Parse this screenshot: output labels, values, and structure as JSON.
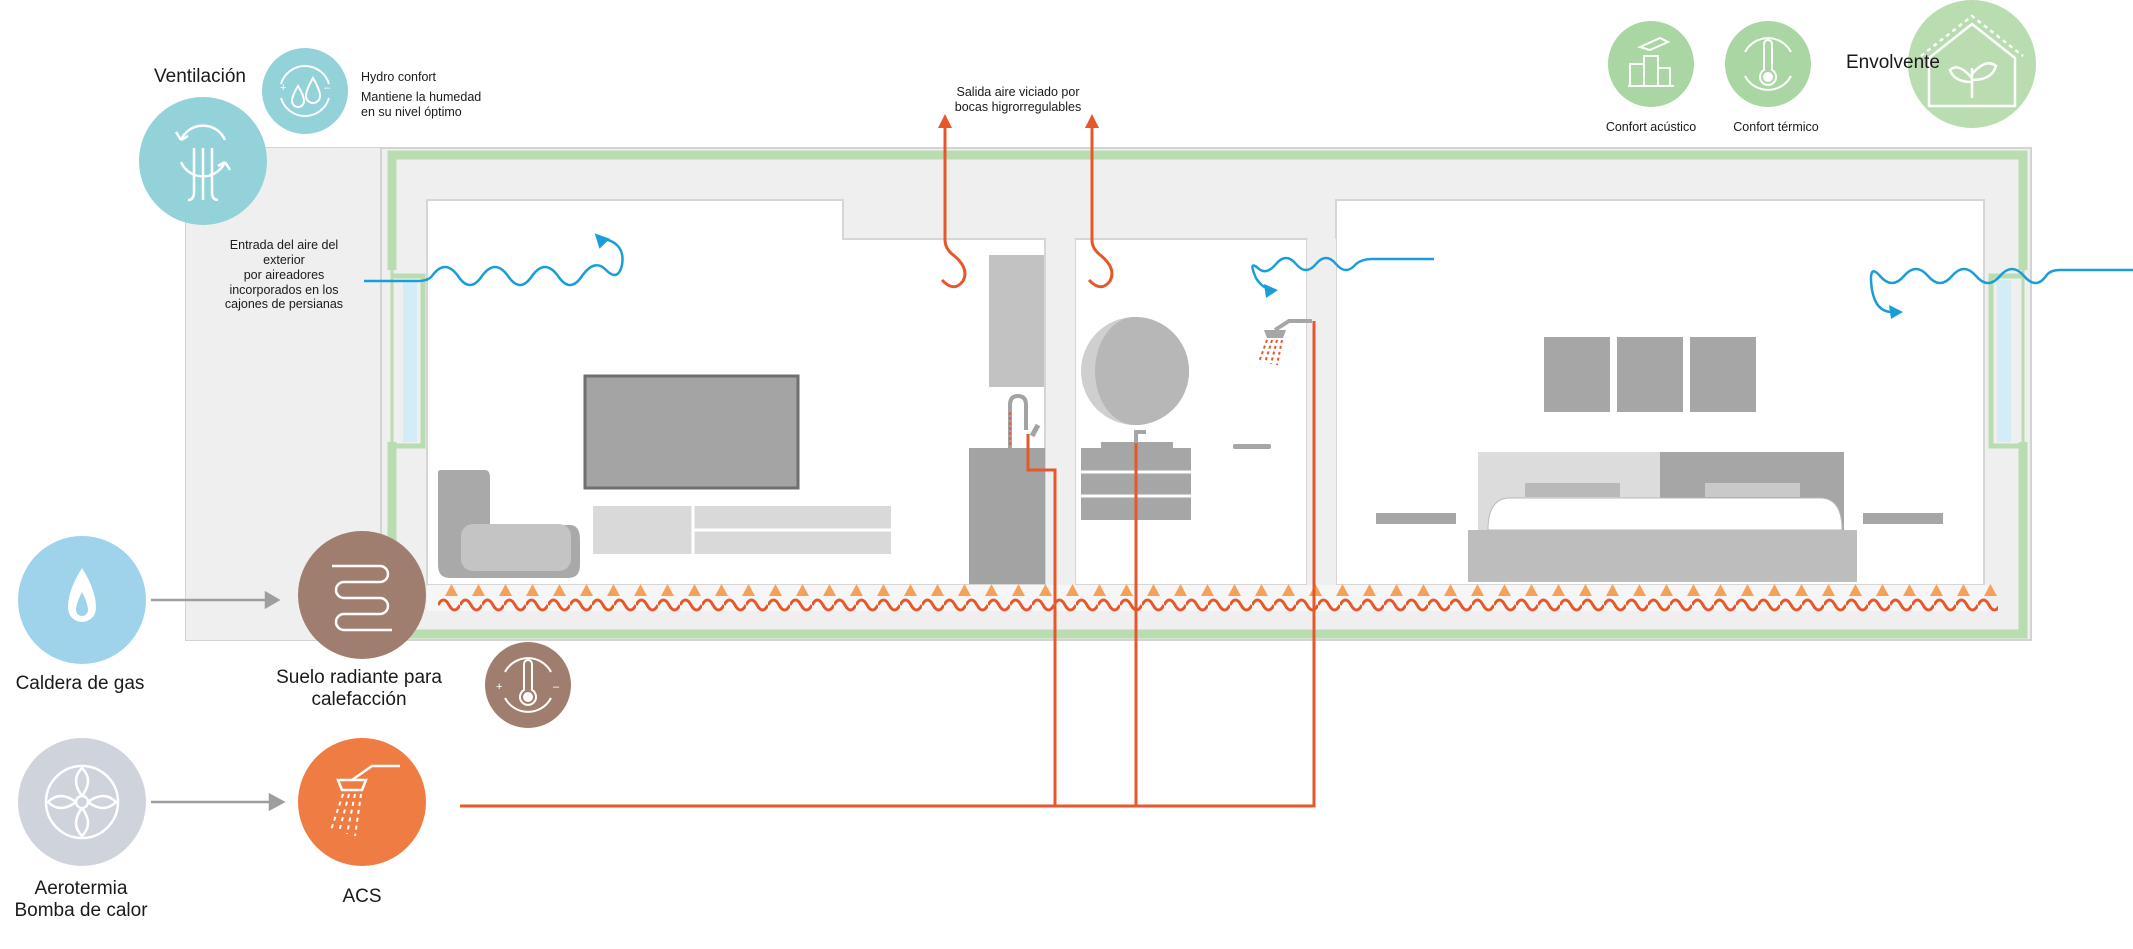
{
  "labels": {
    "ventilacion": "Ventilación",
    "hydro_title": "Hydro confort",
    "hydro_desc_1": "Mantiene la humedad",
    "hydro_desc_2": "en su nivel óptimo",
    "entrada_1": "Entrada del aire del",
    "entrada_2": "exterior",
    "entrada_3": "por aireadores",
    "entrada_4": "incorporados en los",
    "entrada_5": "cajones de persianas",
    "salida_1": "Salida aire viciado por",
    "salida_2": "bocas higrorregulables",
    "confort_acustico": "Confort  acústico",
    "confort_termico": "Confort térmico",
    "envolvente": "Envolvente",
    "caldera": "Caldera de gas",
    "suelo_1": "Suelo radiante para",
    "suelo_2": "calefacción",
    "aerotermia_1": "Aerotermia",
    "aerotermia_2": "Bomba de calor",
    "acs": "ACS"
  },
  "icons": {
    "ventilacion": "ventilation-icon",
    "hydro": "humidity-icon",
    "acustico": "acoustic-comfort-icon",
    "termico": "thermal-comfort-icon",
    "envolvente": "house-leaf-icon",
    "caldera": "flame-icon",
    "suelo": "radiant-floor-icon",
    "termostato": "thermostat-icon",
    "aerotermia": "heat-pump-fan-icon",
    "acs": "shower-icon"
  },
  "colors": {
    "teal": "#94d2d9",
    "green": "#a9d6a2",
    "envelope_green": "#b9dcb1",
    "flame_blue": "#9fd3ec",
    "brown": "#a07e6f",
    "grey_fan": "#cfd3dc",
    "orange": "#ef7c43",
    "air_blue": "#1a9ed9",
    "pipe_orange": "#e6572a",
    "wall_grey": "#efefef",
    "furniture_grey": "#a7a7a7"
  }
}
